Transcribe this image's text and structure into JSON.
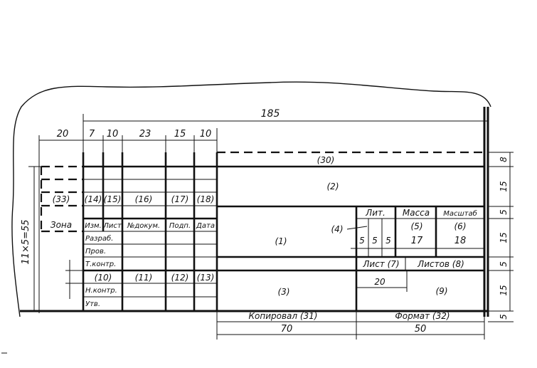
{
  "dims": {
    "total": "185",
    "zone": "20",
    "izm": "7",
    "list": "10",
    "ndoc": "23",
    "podp": "15",
    "date": "10",
    "r8": "8",
    "r15a": "15",
    "r5a": "5",
    "r15b": "15",
    "r5b": "5",
    "r15c": "15",
    "r5c": "5",
    "side": "11×5=55",
    "b70": "70",
    "b50": "50",
    "c20": "20",
    "m5a": "5",
    "m5b": "5",
    "m5c": "5",
    "m17": "17",
    "m18": "18"
  },
  "labels": {
    "f30": "(30)",
    "f2": "(2)",
    "f1": "(1)",
    "f3": "(3)",
    "f4": "(4)",
    "f9": "(9)",
    "f33": "(33)",
    "f14": "(14)",
    "f15": "(15)",
    "f16": "(16)",
    "f17": "(17)",
    "f18": "(18)",
    "f10": "(10)",
    "f11": "(11)",
    "f12": "(12)",
    "f13": "(13)",
    "f5": "(5)",
    "f6": "(6)",
    "zona": "Зона",
    "izm": "Изм.",
    "list": "Лист",
    "ndoc": "№докум.",
    "podp": "Подп.",
    "data": "Дата",
    "razrab": "Разраб.",
    "prov": "Пров.",
    "tkontr": "Т.контр.",
    "nkontr": "Н.контр.",
    "utv": "Утв.",
    "lit": "Лит.",
    "massa": "Масса",
    "masshtab": "Масштаб",
    "list7": "Лист (7)",
    "listov8": "Листов (8)",
    "kopiroval": "Копировал (31)",
    "format": "Формат (32)"
  }
}
